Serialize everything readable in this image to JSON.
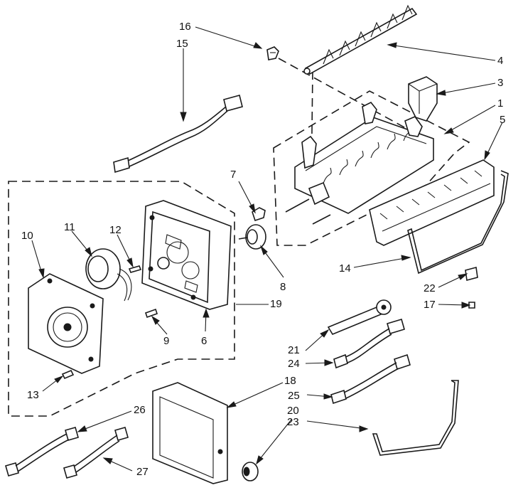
{
  "colors": {
    "line": "#1a1a1a",
    "background": "#ffffff"
  },
  "callouts": [
    {
      "id": "c16",
      "text": "16"
    },
    {
      "id": "c15",
      "text": "15"
    },
    {
      "id": "c4",
      "text": "4"
    },
    {
      "id": "c3",
      "text": "3"
    },
    {
      "id": "c1",
      "text": "1"
    },
    {
      "id": "c5",
      "text": "5"
    },
    {
      "id": "c7",
      "text": "7"
    },
    {
      "id": "c10",
      "text": "10"
    },
    {
      "id": "c11",
      "text": "11"
    },
    {
      "id": "c12",
      "text": "12"
    },
    {
      "id": "c8",
      "text": "8"
    },
    {
      "id": "c19",
      "text": "19"
    },
    {
      "id": "c14",
      "text": "14"
    },
    {
      "id": "c22",
      "text": "22"
    },
    {
      "id": "c17",
      "text": "17"
    },
    {
      "id": "c9",
      "text": "9"
    },
    {
      "id": "c6",
      "text": "6"
    },
    {
      "id": "c21",
      "text": "21"
    },
    {
      "id": "c24",
      "text": "24"
    },
    {
      "id": "c13",
      "text": "13"
    },
    {
      "id": "c18",
      "text": "18"
    },
    {
      "id": "c25",
      "text": "25"
    },
    {
      "id": "c26",
      "text": "26"
    },
    {
      "id": "c20",
      "text": "20"
    },
    {
      "id": "c23",
      "text": "23"
    },
    {
      "id": "c27",
      "text": "27"
    }
  ]
}
